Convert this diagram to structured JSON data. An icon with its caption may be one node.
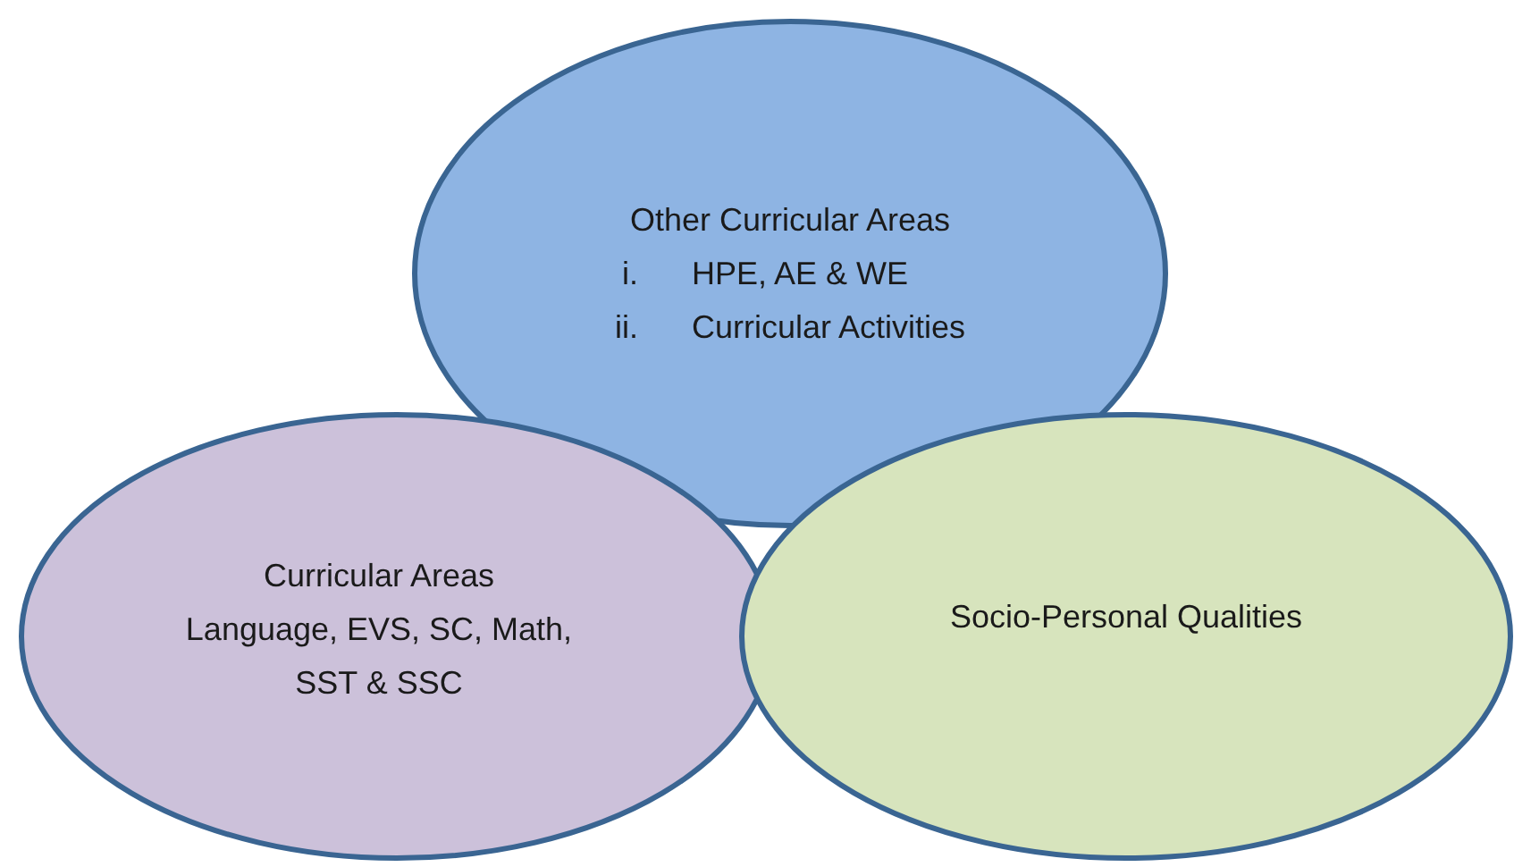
{
  "diagram": {
    "nodes": [
      {
        "text": [
          "Other Curricular Areas",
          "i. HPE, AE & WE",
          "ii. Curricular Activities"
        ]
      },
      {
        "text": [
          "Curricular Areas",
          "Language, EVS, SC, Math, SST & SSC"
        ]
      },
      {
        "text": [
          "Socio-Personal Qualities"
        ]
      }
    ]
  }
}
